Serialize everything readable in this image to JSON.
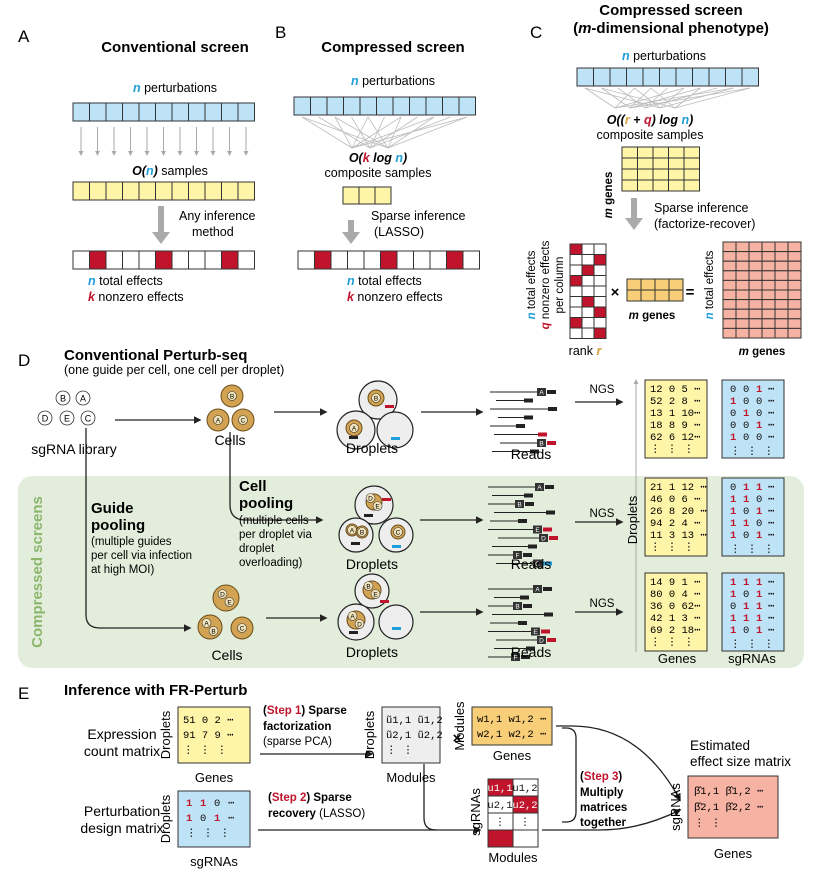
{
  "colors": {
    "blue": "#bfe3f6",
    "yellow": "#fff5a8",
    "orange": "#f8cf78",
    "salmon": "#f6b3a3",
    "red": "#c0142c",
    "cyan": "#1f9ed9",
    "gold": "#d9a13c",
    "cellfill": "#d2a352",
    "green": "#e3eddb",
    "grey": "#eeeeee"
  },
  "panelA": {
    "letter": "A",
    "title": "Conventional screen",
    "perturb_var": "n",
    "perturb_text": " perturbations",
    "samples_pre": "O(",
    "samples_var": "n",
    "samples_post": ")",
    "samples_text": " samples",
    "infer1": "Any inference",
    "infer2": "method",
    "eff_n_var": "n",
    "eff_n_text": " total effects",
    "eff_k_var": "k",
    "eff_k_text": " nonzero effects"
  },
  "panelB": {
    "letter": "B",
    "title": "Compressed screen",
    "perturb_var": "n",
    "perturb_text": " perturbations",
    "samples_pre": "O(",
    "samples_k": "k",
    "samples_log": " log ",
    "samples_n": "n",
    "samples_post": ")",
    "samples_text": "composite samples",
    "infer1": "Sparse inference",
    "infer2": "(LASSO)",
    "eff_n_var": "n",
    "eff_n_text": " total effects",
    "eff_k_var": "k",
    "eff_k_text": " nonzero effects"
  },
  "panelC": {
    "letter": "C",
    "title1": "Compressed screen",
    "title2_pre": "(",
    "title2_m": "m",
    "title2_post": "-dimensional phenotype)",
    "perturb_var": "n",
    "perturb_text": " perturbations",
    "s_pre": "O((",
    "s_r": "r",
    "s_plus": " + ",
    "s_q": "q",
    "s_mid": ") log ",
    "s_n": "n",
    "s_post": ")",
    "s_text": "composite samples",
    "mgenes_m": "m",
    "mgenes_text": " genes",
    "infer1": "Sparse inference",
    "infer2": "(factorize-recover)",
    "left1_n": "n",
    "left1_text": " total effects",
    "left2_q": "q",
    "left2_text": " nonzero effects",
    "left3": "per column",
    "rank_text": "rank ",
    "rank_r": "r",
    "times": "×",
    "eq": "=",
    "mid_m": "m",
    "mid_text": " genes",
    "right_n": "n",
    "right_text": " total effects",
    "bottom_m": "m",
    "bottom_text": " genes"
  },
  "panelD": {
    "letter": "D",
    "title": "Conventional Perturb-seq",
    "subtitle": "(one guide per cell, one cell per droplet)",
    "guides": [
      "B",
      "A",
      "D",
      "E",
      "C"
    ],
    "library": "sgRNA library",
    "cells": "Cells",
    "droplets": "Droplets",
    "reads": "Reads",
    "ngs": "NGS",
    "compressed": "Compressed screens",
    "guide_pool_1": "Guide",
    "guide_pool_2": "pooling",
    "guide_pool_d": [
      "(multiple guides",
      "per cell via infection",
      "at high MOI)"
    ],
    "cell_pool_1": "Cell",
    "cell_pool_2": "pooling",
    "cell_pool_d": [
      "(multiple cells",
      "per droplet via",
      "droplet",
      "overloading)"
    ],
    "droplets_axis": "Droplets",
    "genes": "Genes",
    "sgrnas": "sgRNAs",
    "counts": [
      [
        "12 0 5 ⋯",
        "52 2 8 ⋯",
        "13 1 10⋯",
        "18 8 9 ⋯",
        "62 6 12⋯",
        "⋮ ⋮ ⋮ "
      ],
      [
        "21 1 12 ⋯",
        "46 0 6 ⋯",
        "26 8 20 ⋯",
        "94 2 4 ⋯",
        "11 3 13 ⋯",
        "⋮ ⋮ ⋮ "
      ],
      [
        "14 9 1 ⋯",
        "80 0 4 ⋯",
        "36 0 62⋯",
        "42 1 3 ⋯",
        "69 2 18⋯",
        "⋮ ⋮ ⋮ "
      ]
    ],
    "design": [
      [
        [
          "0",
          "0",
          "1"
        ],
        [
          "1",
          "0",
          "0"
        ],
        [
          "0",
          "1",
          "0"
        ],
        [
          "0",
          "0",
          "1"
        ],
        [
          "1",
          "0",
          "0"
        ]
      ],
      [
        [
          "0",
          "1",
          "1"
        ],
        [
          "1",
          "1",
          "0"
        ],
        [
          "1",
          "0",
          "1"
        ],
        [
          "1",
          "1",
          "0"
        ],
        [
          "1",
          "0",
          "1"
        ]
      ],
      [
        [
          "1",
          "1",
          "1"
        ],
        [
          "1",
          "0",
          "1"
        ],
        [
          "0",
          "1",
          "1"
        ],
        [
          "1",
          "1",
          "1"
        ],
        [
          "1",
          "0",
          "1"
        ]
      ]
    ]
  },
  "panelE": {
    "letter": "E",
    "title": "Inference with FR-Perturb",
    "expr1": "Expression",
    "expr2": "count matrix",
    "design1": "Perturbation",
    "design2": "design matrix",
    "droplets": "Droplets",
    "genes": "Genes",
    "sgrnas": "sgRNAs",
    "modules": "Modules",
    "step1_a": "(",
    "step1_b": "Step 1",
    "step1_c": ") Sparse",
    "step1_d": "factorization",
    "step1_e": "(sparse PCA)",
    "step2_a": "(",
    "step2_b": "Step 2",
    "step2_c": ") Sparse",
    "step2_d": "recovery",
    "step2_e": " (LASSO)",
    "step3_a": "(",
    "step3_b": "Step 3",
    "step3_c": ")",
    "step3_d": "Multiply",
    "step3_e": "matrices",
    "step3_f": "together",
    "times": "×",
    "est1": "Estimated",
    "est2": "effect size matrix",
    "count_rows": [
      "51  0  2  ⋯",
      "91  7  9  ⋯",
      "⋮   ⋮  ⋮"
    ],
    "u_rows": [
      "ũ1,1 ũ1,2",
      "ũ2,1 ũ2,2",
      "⋮   ⋮"
    ],
    "w_rows": [
      "w1,1 w1,2 ⋯",
      "w2,1 w2,2 ⋯"
    ],
    "beta_rows": [
      "β̂1,1 β̂1,2 ⋯",
      "β̂2,1 β̂2,2 ⋯",
      "⋮   ⋮"
    ],
    "umat": [
      [
        "u1,1",
        "u1,2"
      ],
      [
        "u2,1",
        "u2,2"
      ],
      [
        "⋮",
        "⋮"
      ]
    ]
  }
}
